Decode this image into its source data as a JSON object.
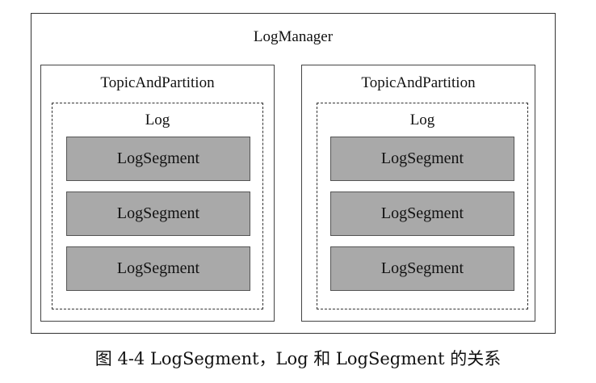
{
  "manager": {
    "label": "LogManager"
  },
  "partitions": [
    {
      "label": "TopicAndPartition",
      "log": {
        "label": "Log",
        "segments": [
          "LogSegment",
          "LogSegment",
          "LogSegment"
        ]
      }
    },
    {
      "label": "TopicAndPartition",
      "log": {
        "label": "Log",
        "segments": [
          "LogSegment",
          "LogSegment",
          "LogSegment"
        ]
      }
    }
  ],
  "caption": "图 4-4   LogSegment，Log 和 LogSegment 的关系"
}
